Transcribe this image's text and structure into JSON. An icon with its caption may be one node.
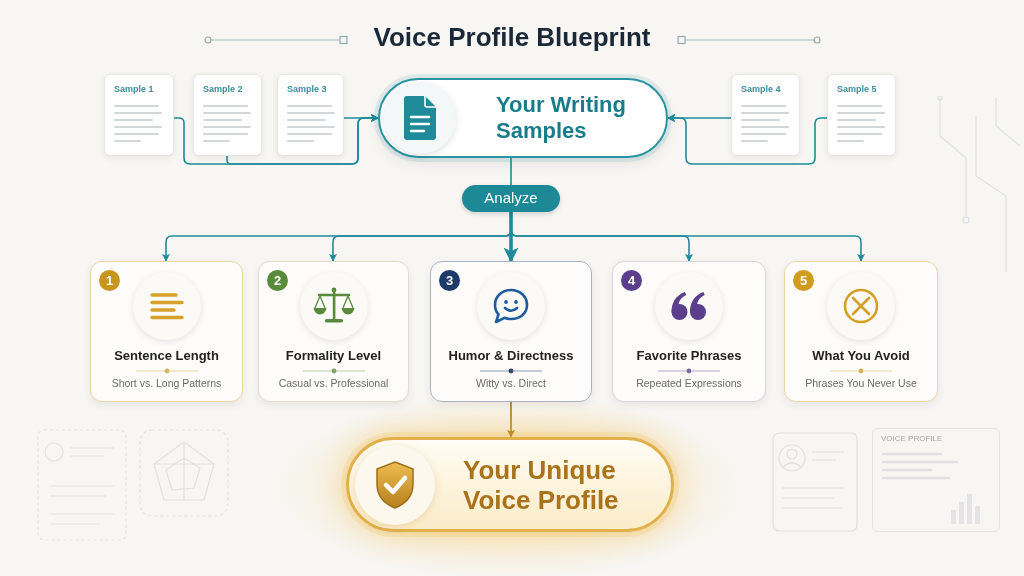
{
  "diagram": {
    "title": "Voice Profile Blueprint",
    "nodes": [
      {
        "text": [
          "Sample 1"
        ]
      },
      {
        "text": [
          "Sample 2"
        ]
      },
      {
        "text": [
          "Sample 3"
        ]
      },
      {
        "text": [
          "Your Writing Samples"
        ]
      },
      {
        "text": [
          "Sample 4"
        ]
      },
      {
        "text": [
          "Sample 5"
        ]
      },
      {
        "text": [
          "Analyze"
        ]
      },
      {
        "text": [
          "Sentence Length",
          "Short vs. Long Patterns"
        ]
      },
      {
        "text": [
          "1"
        ],
        "in": 7
      },
      {
        "text": [
          "Formality Level",
          "Casual vs. Professional"
        ]
      },
      {
        "text": [
          "2"
        ],
        "in": 9
      },
      {
        "text": [
          "Humor & Directness",
          "Witty vs. Direct"
        ]
      },
      {
        "text": [
          "3"
        ],
        "in": 11
      },
      {
        "text": [
          "Favorite Phrases",
          "Repeated Expressions"
        ]
      },
      {
        "text": [
          "4"
        ],
        "in": 13
      },
      {
        "text": [
          "What You Avoid",
          "Phrases You Never Use"
        ]
      },
      {
        "text": [
          "5"
        ],
        "in": 15
      },
      {
        "text": [
          "Your Unique Voice Profile"
        ]
      }
    ],
    "edges": [
      {
        "from": 0,
        "to": 3,
        "arrow": "to"
      },
      {
        "from": 1,
        "to": 3,
        "arrow": "to"
      },
      {
        "from": 2,
        "to": 3,
        "arrow": "to"
      },
      {
        "from": 4,
        "to": 3,
        "arrow": "to"
      },
      {
        "from": 5,
        "to": 3,
        "arrow": "to"
      },
      {
        "from": 3,
        "to": 6,
        "arrow": "none"
      },
      {
        "from": 6,
        "to": 7,
        "arrow": "to"
      },
      {
        "from": 6,
        "to": 9,
        "arrow": "to"
      },
      {
        "from": 6,
        "to": 11,
        "arrow": "to",
        "style": "thick"
      },
      {
        "from": 6,
        "to": 13,
        "arrow": "to"
      },
      {
        "from": 6,
        "to": 15,
        "arrow": "to"
      },
      {
        "from": 11,
        "to": 17,
        "arrow": "to",
        "color": "#b07a1e"
      }
    ],
    "labels": [
      "VOICE PROFILE"
    ]
  }
}
